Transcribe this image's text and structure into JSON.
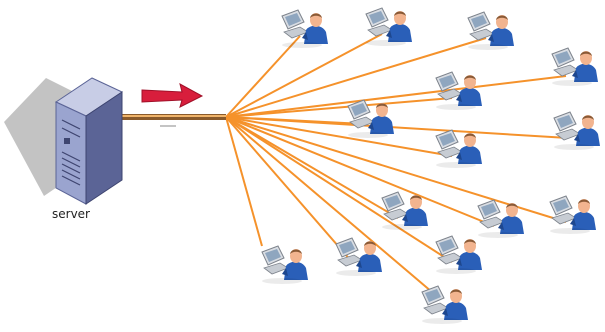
{
  "server": {
    "label": "server"
  },
  "colors": {
    "link_line": "#f5922b",
    "trunk_outer": "#8a5a2b",
    "trunk_inner": "#f0b46a",
    "arrow": "#d81e3c",
    "server_body": "#9aa4cf",
    "server_side": "#5b6496",
    "client_shirt": "#2a5fb8",
    "client_skin": "#f2b48f",
    "monitor": "#d9dde3"
  },
  "icons": {
    "server": "server-tower-icon",
    "client": "user-at-computer-icon",
    "direction": "arrow-right-icon"
  },
  "clients": [
    {
      "id": "client-1"
    },
    {
      "id": "client-2"
    },
    {
      "id": "client-3"
    },
    {
      "id": "client-4"
    },
    {
      "id": "client-5"
    },
    {
      "id": "client-6"
    },
    {
      "id": "client-7"
    },
    {
      "id": "client-8"
    },
    {
      "id": "client-9"
    },
    {
      "id": "client-10"
    },
    {
      "id": "client-11"
    },
    {
      "id": "client-12"
    },
    {
      "id": "client-13"
    },
    {
      "id": "client-14"
    },
    {
      "id": "client-15"
    },
    {
      "id": "client-16"
    }
  ]
}
